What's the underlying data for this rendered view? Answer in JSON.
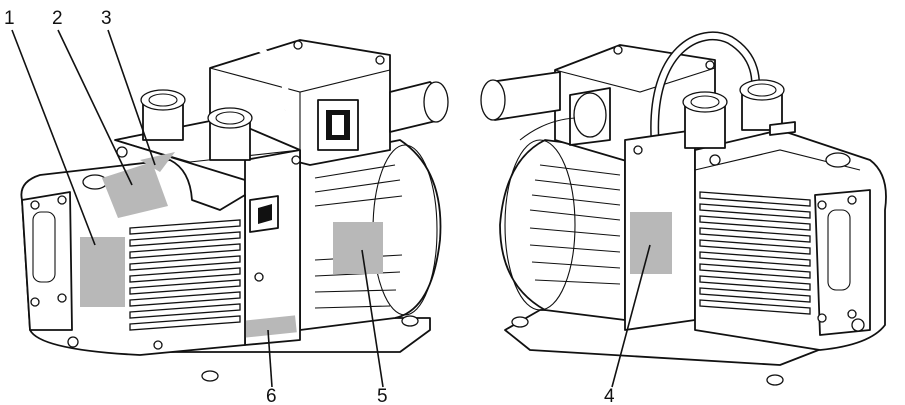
{
  "figure": {
    "callouts": [
      {
        "id": "c1",
        "text": "1"
      },
      {
        "id": "c2",
        "text": "2"
      },
      {
        "id": "c3",
        "text": "3"
      },
      {
        "id": "c4",
        "text": "4"
      },
      {
        "id": "c5",
        "text": "5"
      },
      {
        "id": "c6",
        "text": "6"
      }
    ],
    "colors": {
      "line": "#111111",
      "label_area": "#b8b8b8",
      "background": "#ffffff"
    }
  }
}
